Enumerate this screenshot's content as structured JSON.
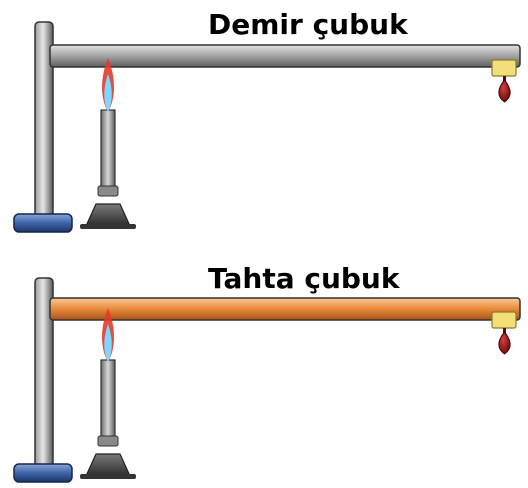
{
  "setups": [
    {
      "id": "iron",
      "label": "Demir çubuk",
      "rod_color_top": "#d6d6d6",
      "rod_color_mid": "#a6a6a6",
      "rod_color_bottom": "#6e6e6e"
    },
    {
      "id": "wood",
      "label": "Tahta çubuk",
      "rod_color_top": "#f6c08a",
      "rod_color_mid": "#e88a3a",
      "rod_color_bottom": "#b85e1a"
    }
  ],
  "colors": {
    "stand_light": "#c8c8c8",
    "stand_dark": "#555555",
    "base_light": "#6d8fc9",
    "base_dark": "#1f3b73",
    "burner_metal": "#8a8a8a",
    "burner_base": "#3a3a3a",
    "flame_outer": "#e23a2a",
    "flame_inner": "#7fd6ff",
    "wax_holder": "#f3df7a",
    "wax_drop": "#8b1010"
  },
  "icons": [
    "bunsen-burner-icon",
    "flame-icon",
    "wax-drop-icon",
    "stand-icon"
  ]
}
